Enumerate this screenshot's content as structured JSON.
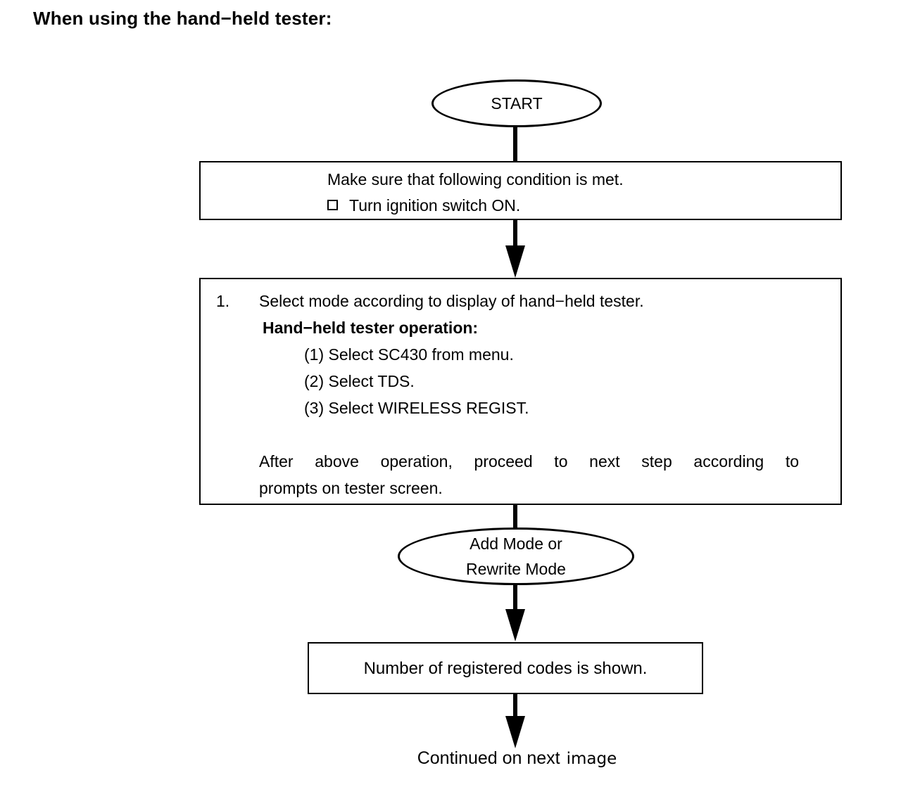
{
  "page": {
    "title": "When using the hand−held tester:"
  },
  "flowchart": {
    "start": {
      "label": "START"
    },
    "condition_box": {
      "line1": "Make sure that following condition is met.",
      "checkbox_item": "Turn ignition switch ON."
    },
    "step_box": {
      "number": "1.",
      "instruction": "Select mode according to display of hand−held tester.",
      "subtitle": "Hand−held tester operation:",
      "substeps": [
        "(1) Select SC430 from menu.",
        "(2) Select TDS.",
        "(3) Select WIRELESS REGIST."
      ],
      "note_line1": "After above operation, proceed to next step according to",
      "note_line2": "prompts on tester screen."
    },
    "mode_ellipse": {
      "line1": "Add Mode or",
      "line2": "Rewrite Mode"
    },
    "result_box": {
      "label": "Number of registered codes is shown."
    },
    "footer": {
      "prefix": "Continued on next",
      "suffix": "image"
    }
  },
  "colors": {
    "ink": "#000000",
    "background": "#ffffff"
  }
}
